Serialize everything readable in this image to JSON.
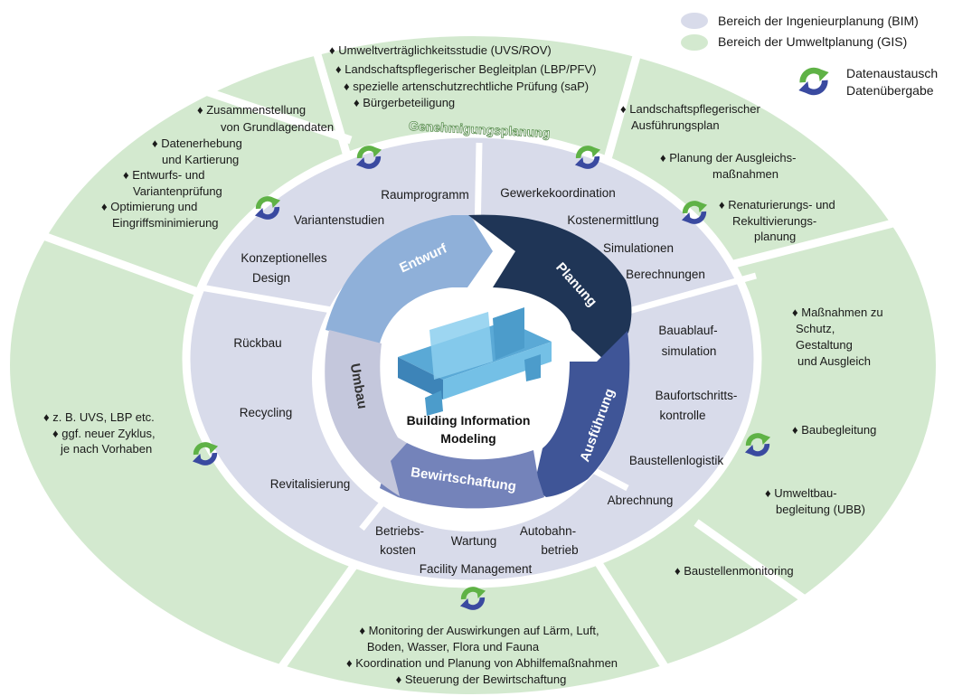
{
  "legend": {
    "bim": "Bereich der Ingenieurplanung (BIM)",
    "gis": "Bereich der Umweltplanung (GIS)",
    "exchange_line1": "Datenaustausch",
    "exchange_line2": "Datenübergabe",
    "color_bim": "#d8dbea",
    "color_gis": "#d3e9cf"
  },
  "center": {
    "line1": "Building Information",
    "line2": "Modeling"
  },
  "phases": {
    "entwurf": "Entwurf",
    "planung": "Planung",
    "ausfuehrung": "Ausführung",
    "bewirtschaftung": "Bewirtschaftung",
    "umbau": "Umbau"
  },
  "ring_bim": {
    "entwurf": [
      "Raumprogramm",
      "Variantenstudien",
      "Konzeptionelles",
      "Design"
    ],
    "planung": [
      "Gewerkekoordination",
      "Kostenermittlung",
      "Simulationen",
      "Berechnungen"
    ],
    "ausfuehrung": [
      "Bauablauf-",
      "simulation",
      "Baufortschritts-",
      "kontrolle",
      "Baustellenlogistik",
      "Abrechnung"
    ],
    "bewirtschaftung": [
      "Betriebs-",
      "kosten",
      "Wartung",
      "Autobahn-",
      "betrieb",
      "Facility Management"
    ],
    "umbau": [
      "Rückbau",
      "Recycling",
      "Revitalisierung"
    ]
  },
  "ring_gis": {
    "genehmigung_title": "Genehmigungsplanung",
    "genehmigung": [
      "♦ Umweltverträglichkeitsstudie (UVS/ROV)",
      "♦ Landschaftspflegerischer Begleitplan (LBP/PFV)",
      "♦ spezielle artenschutzrechtliche Prüfung (saP)",
      "♦ Bürgerbeteiligung"
    ],
    "entwurf": [
      "♦ Zusammenstellung",
      "von Grundlagendaten",
      "♦ Datenerhebung",
      "und Kartierung",
      "♦ Entwurfs- und",
      "Variantenprüfung",
      "♦ Optimierung und",
      "Eingriffsminimierung"
    ],
    "planung": [
      "♦ Landschaftspflegerischer",
      "Ausführungsplan",
      "♦ Planung der Ausgleichs-",
      "maßnahmen",
      "♦ Renaturierungs- und",
      "Rekultivierungs-",
      "planung"
    ],
    "ausfuehrung": [
      "♦ Maßnahmen zu",
      "Schutz,",
      "Gestaltung",
      "und Ausgleich",
      "♦ Baubegleitung",
      "♦ Umweltbau-",
      "begleitung (UBB)",
      "♦ Baustellenmonitoring"
    ],
    "bewirtschaftung": [
      "♦ Monitoring der Auswirkungen auf Lärm, Luft,",
      "Boden, Wasser, Flora und Fauna",
      "♦ Koordination und Planung von Abhilfemaßnahmen",
      "♦ Steuerung der Bewirtschaftung"
    ],
    "umbau": [
      "♦ z. B. UVS, LBP etc.",
      "♦ ggf. neuer Zyklus,",
      "je nach Vorhaben"
    ]
  },
  "colors": {
    "entwurf_arrow": "#8fb0d9",
    "planung_arrow": "#1f3556",
    "ausfuehrung_arrow": "#3f5597",
    "bewirtschaftung_arrow": "#7483ba",
    "umbau_arrow": "#c4c7dc",
    "sync_green": "#5fb246",
    "sync_blue": "#3a4aa0"
  }
}
